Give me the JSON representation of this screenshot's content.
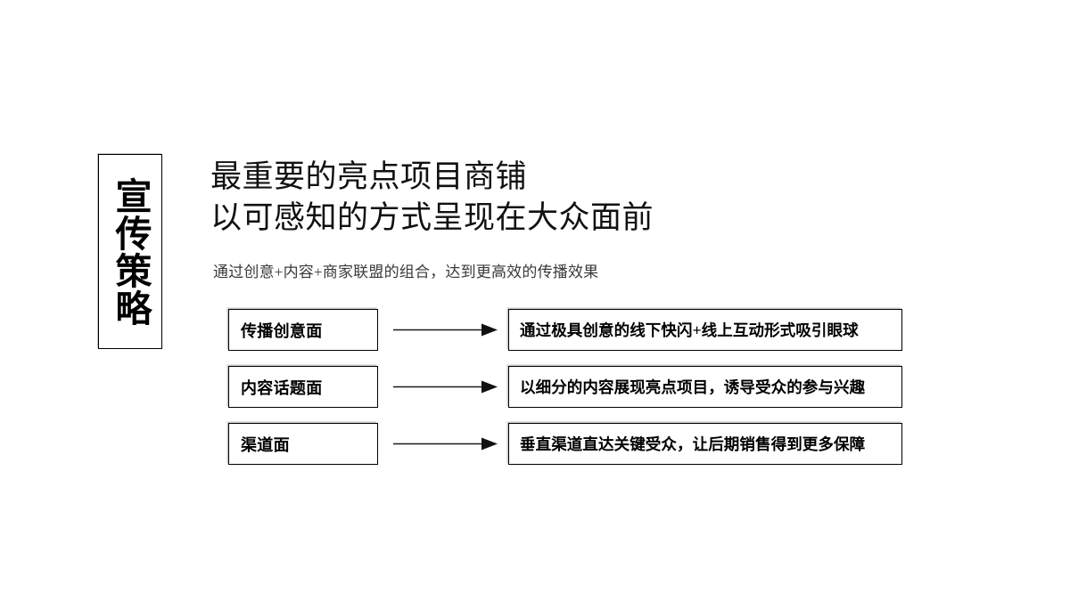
{
  "slide": {
    "background_color": "#ffffff",
    "side_label": "宣传策略",
    "headline": {
      "line1": "最重要的亮点项目商铺",
      "line2": "以可感知的方式呈现在大众面前"
    },
    "subtitle": "通过创意+内容+商家联盟的组合，达到更高效的传播效果",
    "diagram": {
      "arrow_icon": "arrow-right-icon",
      "rows": [
        {
          "source": "传播创意面",
          "target": "通过极具创意的线下快闪+线上互动形式吸引眼球"
        },
        {
          "source": "内容话题面",
          "target": "以细分的内容展现亮点项目，诱导受众的参与兴趣"
        },
        {
          "source": "渠道面",
          "target": "垂直渠道直达关键受众，让后期销售得到更多保障"
        }
      ]
    }
  }
}
